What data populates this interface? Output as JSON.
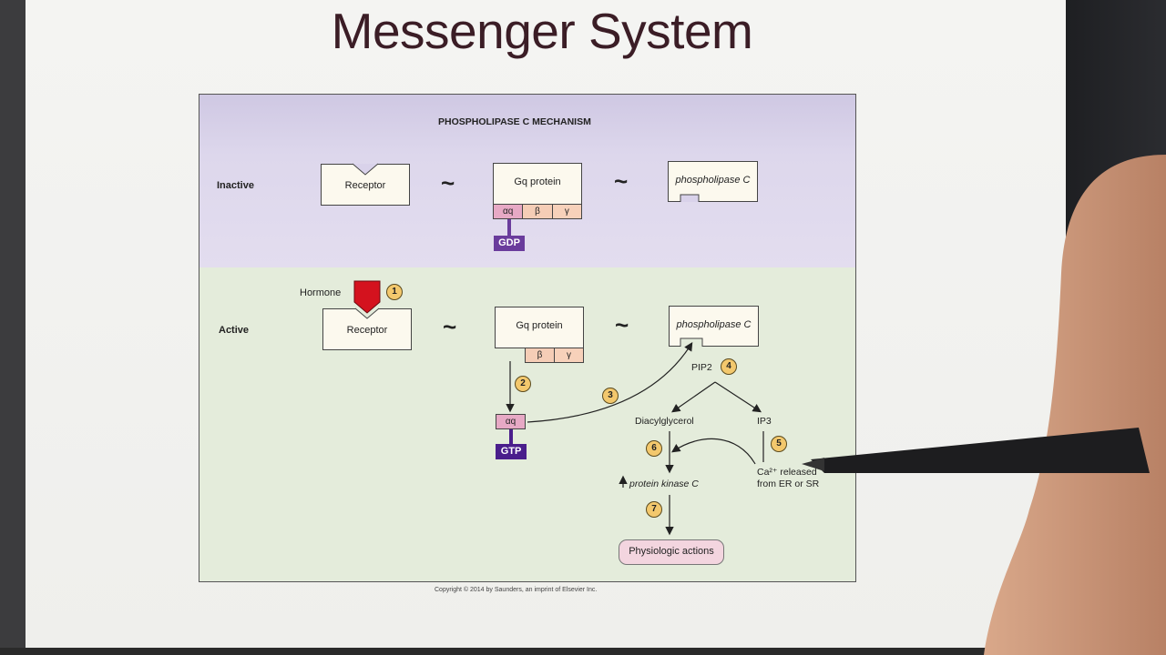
{
  "slide": {
    "title": "Messenger System"
  },
  "figure": {
    "title": "PHOSPHOLIPASE C MECHANISM",
    "rows": {
      "inactive_label": "Inactive",
      "active_label": "Active"
    },
    "inactive": {
      "receptor": "Receptor",
      "gq_protein": "Gq protein",
      "alpha": "αq",
      "beta": "β",
      "gamma": "γ",
      "gdp": "GDP",
      "phospholipase": "phospholipase C",
      "tilde": "~"
    },
    "active": {
      "hormone": "Hormone",
      "receptor": "Receptor",
      "gq_protein": "Gq protein",
      "beta": "β",
      "gamma": "γ",
      "alpha": "αq",
      "gtp": "GTP",
      "phospholipase": "phospholipase C",
      "pip2": "PIP2",
      "diacylglycerol": "Diacylglycerol",
      "ip3": "IP3",
      "protein_kinase": "protein kinase C",
      "ca_release_line1": "Ca²⁺ released",
      "ca_release_line2": "from ER or SR",
      "physiologic": "Physiologic actions",
      "tilde": "~"
    },
    "steps": [
      "1",
      "2",
      "3",
      "4",
      "5",
      "6",
      "7"
    ],
    "copyright": "Copyright © 2014 by Saunders, an imprint of Elsevier Inc."
  },
  "colors": {
    "inactive_bg": "#d9d2ea",
    "active_bg": "#e4ecdb",
    "hormone": "#d4121e",
    "gdp": "#6a3c9c",
    "gtp": "#4a1e8c",
    "alpha": "#e7a9c5",
    "step_badge": "#f3c86d"
  }
}
